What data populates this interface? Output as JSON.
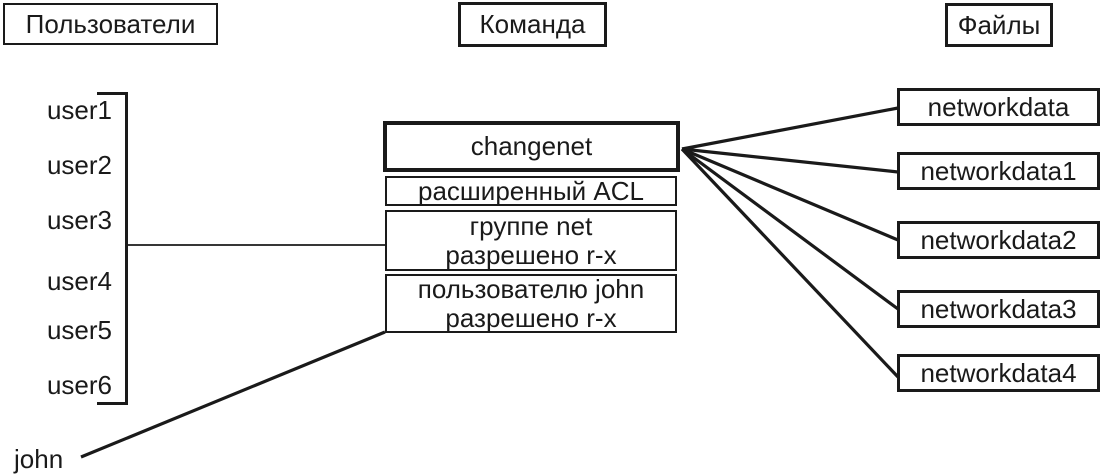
{
  "users": {
    "header": "Пользователи",
    "items": [
      "user1",
      "user2",
      "user3",
      "user4",
      "user5",
      "user6"
    ],
    "extra": "john"
  },
  "command": {
    "header": "Команда",
    "name": "changenet",
    "acl_type": "расширенный ACL",
    "entries": [
      {
        "line1": "группе net",
        "line2": "разрешено r-x"
      },
      {
        "line1": "пользователю john",
        "line2": "разрешено r-x"
      }
    ]
  },
  "files": {
    "header": "Файлы",
    "items": [
      "networkdata",
      "networkdata1",
      "networkdata2",
      "networkdata3",
      "networkdata4"
    ]
  },
  "colors": {
    "ink": "#1a1a1a",
    "background": "#ffffff"
  }
}
